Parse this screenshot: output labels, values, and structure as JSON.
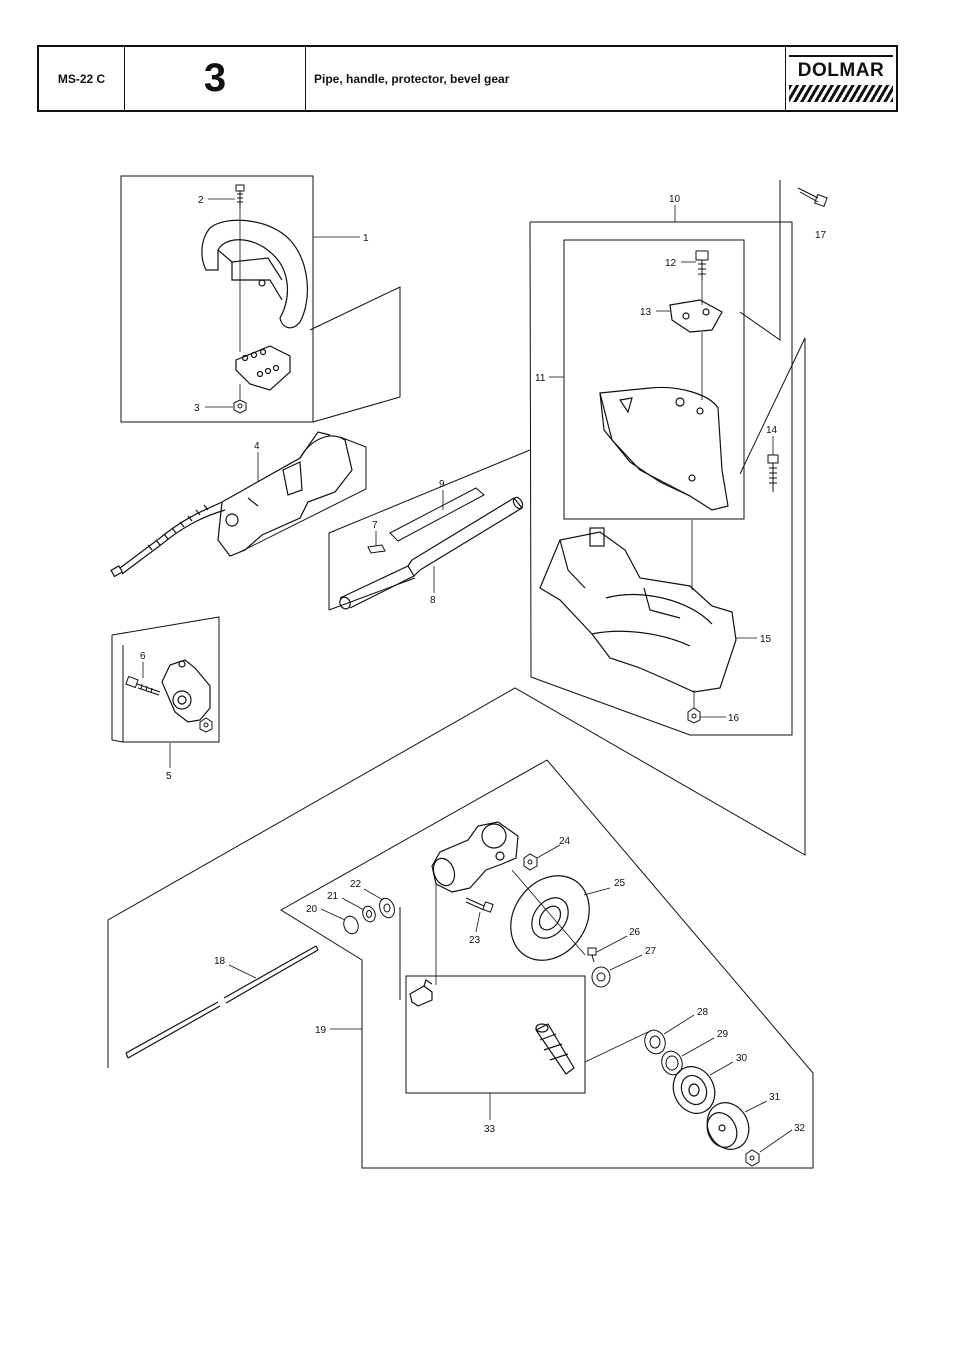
{
  "header": {
    "model": "MS-22 C",
    "section_number": "3",
    "title": "Pipe, handle, protector, bevel gear",
    "brand": "DOLMAR"
  },
  "callouts": [
    "1",
    "2",
    "3",
    "4",
    "5",
    "6",
    "7",
    "8",
    "9",
    "10",
    "11",
    "12",
    "13",
    "14",
    "15",
    "16",
    "17",
    "18",
    "19",
    "20",
    "21",
    "22",
    "23",
    "24",
    "25",
    "26",
    "27",
    "28",
    "29",
    "30",
    "31",
    "32",
    "33"
  ]
}
